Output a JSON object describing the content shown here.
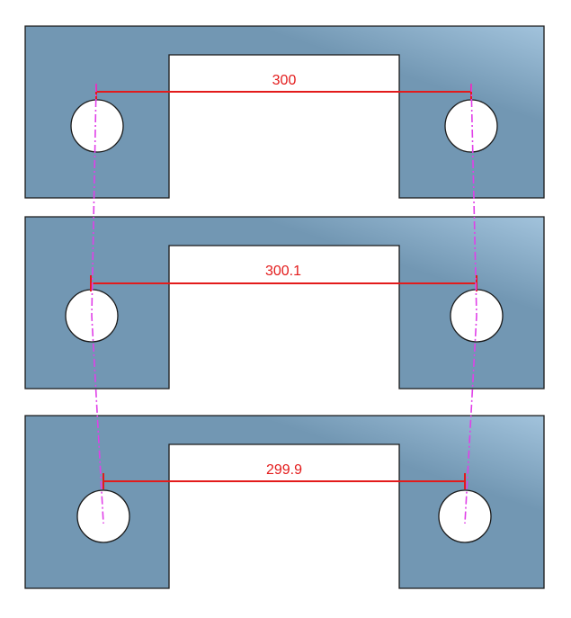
{
  "colors": {
    "plate_light": "#a2c3dc",
    "plate_dark": "#7297b3",
    "outline": "#1a1a1a",
    "hole_fill": "#ffffff",
    "dimension": "#e31b1b",
    "centerline": "#e040e8",
    "background": "#ffffff"
  },
  "plates": [
    {
      "dimension_label": "300"
    },
    {
      "dimension_label": "300.1"
    },
    {
      "dimension_label": "299.9"
    }
  ]
}
